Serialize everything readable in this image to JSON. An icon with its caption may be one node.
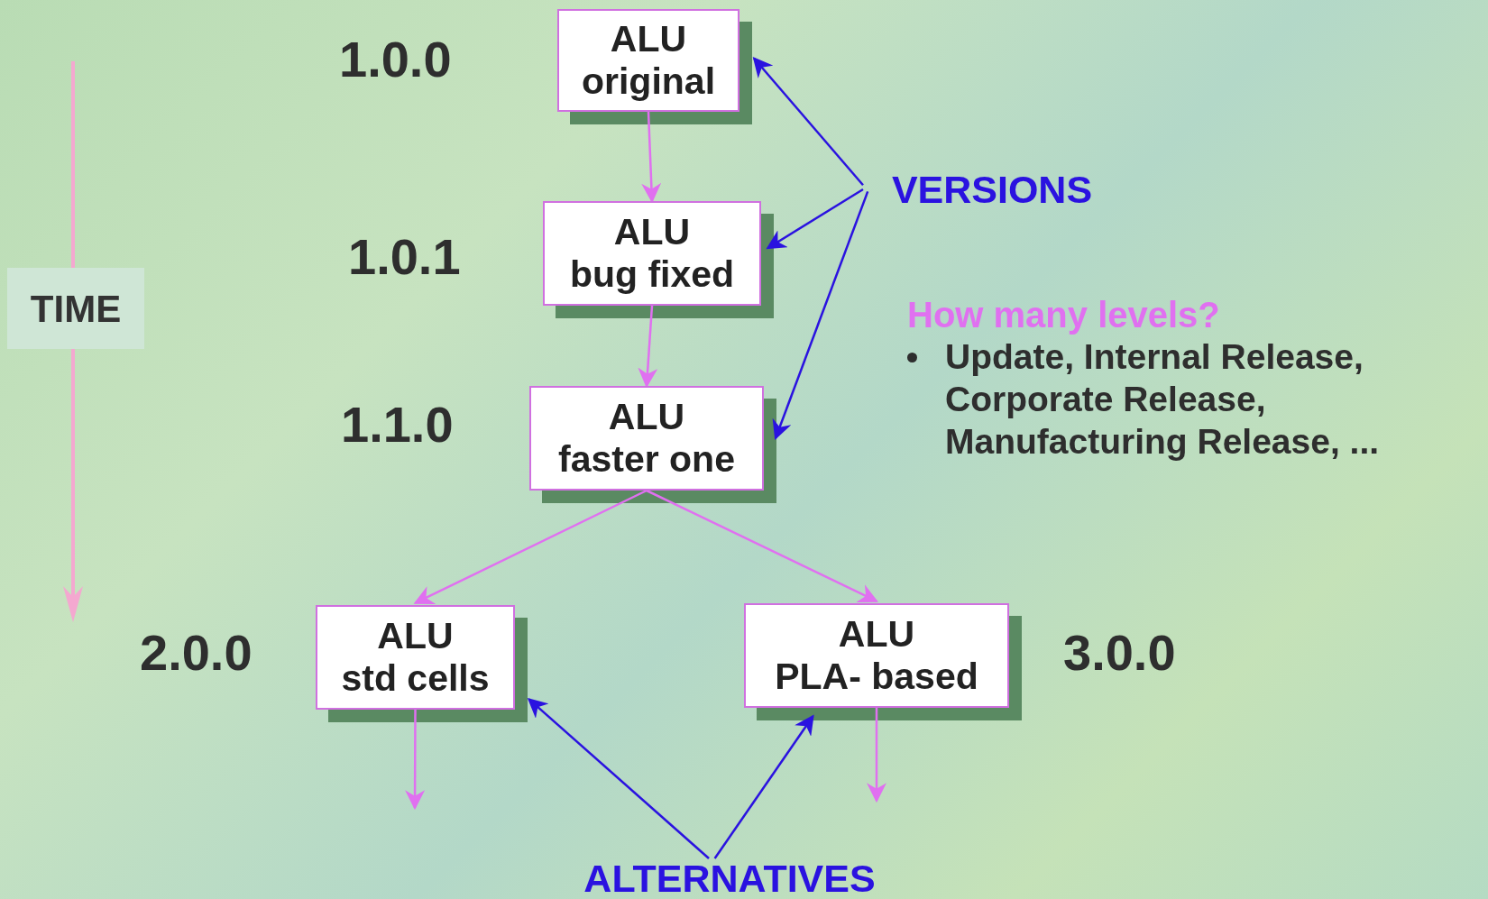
{
  "diagram": {
    "nodes": [
      {
        "text": [
          "ALU",
          "original"
        ],
        "beside": [
          "1.0.0"
        ]
      },
      {
        "text": [
          "ALU",
          "bug fixed"
        ],
        "beside": [
          "1.0.1"
        ]
      },
      {
        "text": [
          "ALU",
          "faster one"
        ],
        "beside": [
          "1.1.0"
        ]
      },
      {
        "text": [
          "ALU",
          "std cells"
        ],
        "beside": [
          "2.0.0"
        ]
      },
      {
        "text": [
          "ALU",
          "PLA- based"
        ],
        "beside": [
          "3.0.0"
        ]
      },
      {
        "text": [
          "VERSIONS"
        ]
      },
      {
        "text": [
          "ALTERNATIVES"
        ]
      },
      {
        "text": [
          "TIME"
        ]
      }
    ],
    "edges": [
      {
        "from": 0,
        "to": 1,
        "arrow": "to"
      },
      {
        "from": 1,
        "to": 2,
        "arrow": "to"
      },
      {
        "from": 2,
        "to": 3,
        "arrow": "to"
      },
      {
        "from": 2,
        "to": 4,
        "arrow": "to"
      },
      {
        "from": 3,
        "to": null,
        "arrow": "to"
      },
      {
        "from": 4,
        "to": null,
        "arrow": "to"
      },
      {
        "from": 5,
        "to": 0,
        "arrow": "to",
        "color": "#2a12e0"
      },
      {
        "from": 5,
        "to": 1,
        "arrow": "to",
        "color": "#2a12e0"
      },
      {
        "from": 5,
        "to": 2,
        "arrow": "to",
        "color": "#2a12e0"
      },
      {
        "from": 6,
        "to": 3,
        "arrow": "to",
        "color": "#2a12e0"
      },
      {
        "from": 6,
        "to": 4,
        "arrow": "to",
        "color": "#2a12e0"
      }
    ],
    "labels": [
      "How many levels?",
      "Update, Internal Release, Corporate Release, Manufacturing Release, ..."
    ]
  }
}
